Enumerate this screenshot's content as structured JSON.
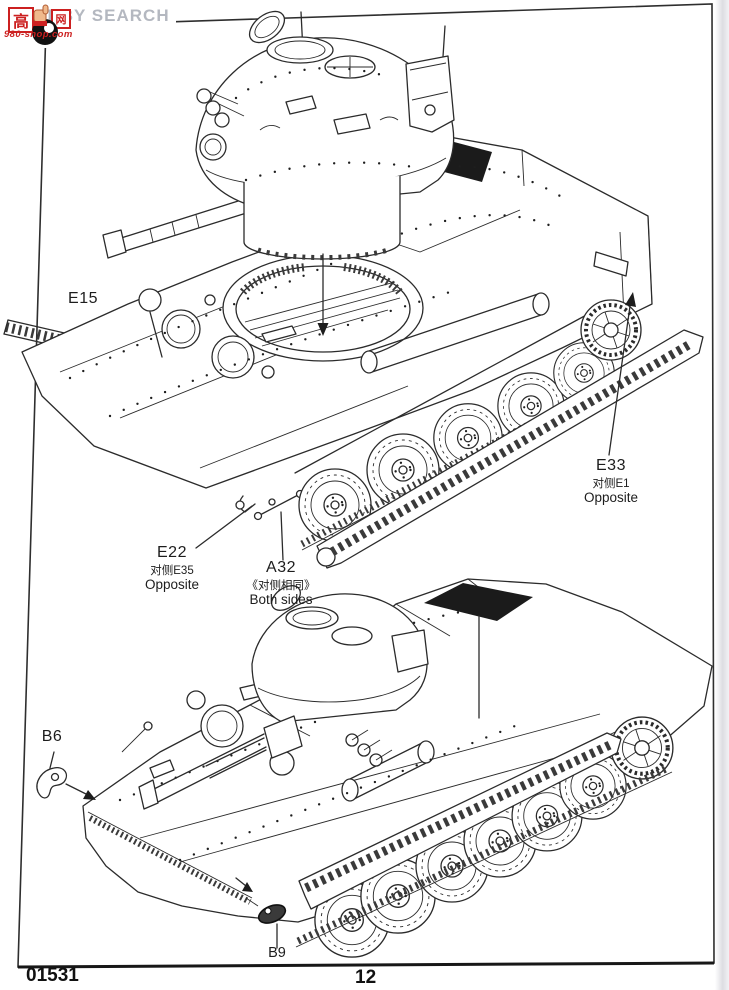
{
  "watermark": {
    "brand": "HOBBY SEARCH",
    "site": "980-shop.com",
    "logo_char_left": "高",
    "logo_char_right": "网"
  },
  "labels": {
    "e15": "E15",
    "e33_part": "E33",
    "e33_note_cn": "对侧E1",
    "e33_note_en": "Opposite",
    "e22_part": "E22",
    "e22_note_cn": "对侧E35",
    "e22_note_en": "Opposite",
    "a32_part": "A32",
    "a32_note_cn": "《对侧相同》",
    "a32_note_en": "Both sides",
    "b6": "B6",
    "b9": "B9"
  },
  "footer": {
    "kit_number": "01531",
    "page_number": "12"
  },
  "colors": {
    "line": "#2b2b2b",
    "grille": "#1b1b1b",
    "watermark_gray": "#b4b8c0",
    "watermark_red": "#cc2020"
  }
}
